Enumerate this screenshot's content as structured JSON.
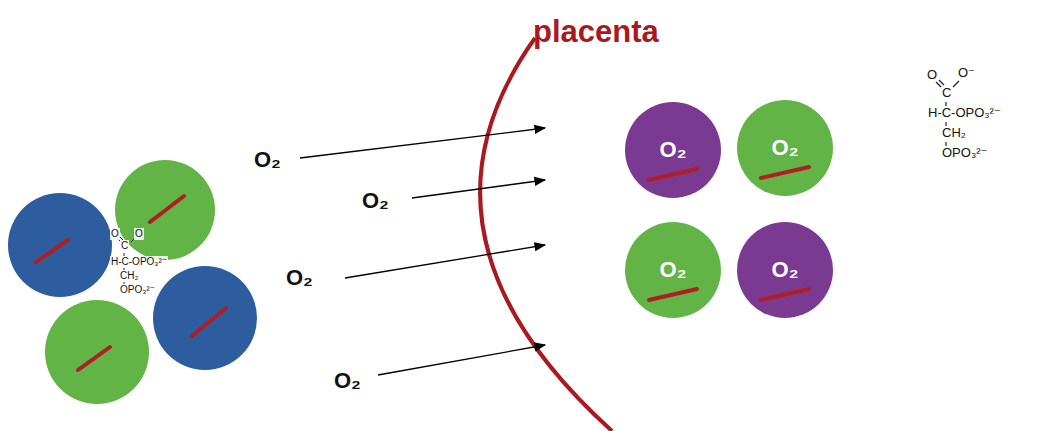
{
  "diagram": {
    "nodes": [
      {
        "text": [
          "O₂"
        ]
      },
      {
        "text": [
          "O₂"
        ]
      },
      {
        "text": [
          "O₂"
        ]
      },
      {
        "text": [
          "O₂"
        ]
      }
    ],
    "labels": [
      "placenta",
      "O₂",
      "O₂",
      "O₂",
      "O₂",
      "O",
      "C",
      "O",
      "H-C-OPO₃²⁻",
      "CH₂",
      "OPO₃²⁻",
      "O",
      "C",
      "O⁻",
      "H-C-OPO₃²⁻",
      "CH₂",
      "OPO₃²⁻"
    ]
  }
}
